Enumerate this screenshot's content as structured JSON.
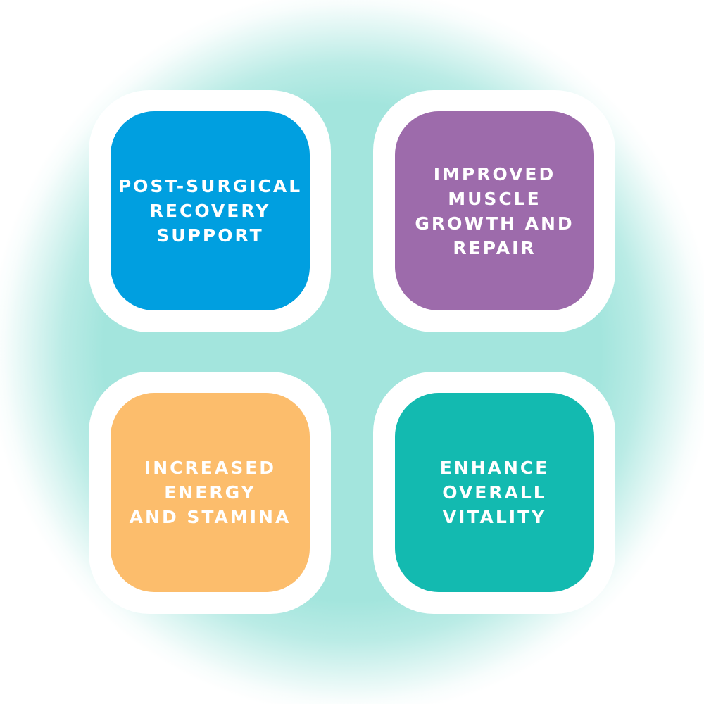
{
  "colors": {
    "background_glow": "#a3e5dd",
    "card_frame": "#ffffff",
    "text": "#ffffff"
  },
  "cards": [
    {
      "label": "POST-SURGICAL\nRECOVERY\nSUPPORT",
      "color": "#009fe0"
    },
    {
      "label": "IMPROVED\nMUSCLE\nGROWTH AND\nREPAIR",
      "color": "#9d6bab"
    },
    {
      "label": "INCREASED\nENERGY\nAND STAMINA",
      "color": "#fcbd6c"
    },
    {
      "label": "ENHANCE\nOVERALL\nVITALITY",
      "color": "#13bab0"
    }
  ]
}
